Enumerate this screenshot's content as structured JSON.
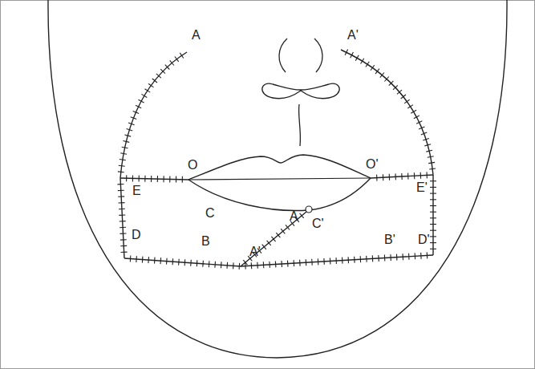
{
  "diagram": {
    "labels": [
      "A",
      "A'",
      "O",
      "O'",
      "E",
      "E'",
      "C",
      "A",
      "C'",
      "D",
      "B",
      "A'",
      "B'",
      "D'"
    ]
  }
}
